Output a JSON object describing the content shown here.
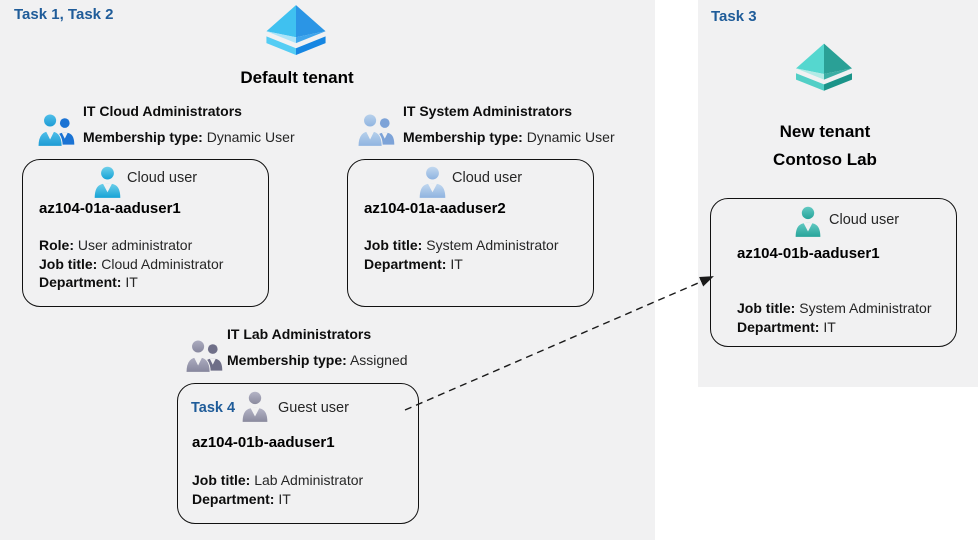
{
  "diagram": {
    "task_labels": {
      "left": "Task 1, Task 2",
      "right": "Task 3",
      "guest_card": "Task 4"
    },
    "tenants": {
      "default": {
        "name": "Default tenant"
      },
      "contoso": {
        "line1": "New tenant",
        "line2": "Contoso Lab"
      }
    },
    "groups": [
      {
        "name": "IT Cloud Administrators",
        "membership_label": "Membership type:",
        "membership_value": "Dynamic User"
      },
      {
        "name": "IT System Administrators",
        "membership_label": "Membership type:",
        "membership_value": "Dynamic User"
      },
      {
        "name": "IT Lab Administrators",
        "membership_label": "Membership type:",
        "membership_value": "Assigned"
      }
    ],
    "cards": [
      {
        "type_label": "Cloud user",
        "name": "az104-01a-aaduser1",
        "attrs": [
          {
            "label": "Role:",
            "value": "User administrator"
          },
          {
            "label": "Job title:",
            "value": "Cloud Administrator"
          },
          {
            "label": "Department:",
            "value": "IT"
          }
        ]
      },
      {
        "type_label": "Cloud user",
        "name": "az104-01a-aaduser2",
        "attrs": [
          {
            "label": "Job title:",
            "value": "System Administrator"
          },
          {
            "label": "Department:",
            "value": "IT"
          }
        ]
      },
      {
        "type_label": "Guest user",
        "name": "az104-01b-aaduser1",
        "attrs": [
          {
            "label": "Job title:",
            "value": "Lab Administrator"
          },
          {
            "label": "Department:",
            "value": "IT"
          }
        ]
      },
      {
        "type_label": "Cloud user",
        "name": "az104-01b-aaduser1",
        "attrs": [
          {
            "label": "Job title:",
            "value": "System Administrator"
          },
          {
            "label": "Department:",
            "value": "IT"
          }
        ]
      }
    ],
    "colors": {
      "task_label_blue": "#1f5c99",
      "panel_gray": "#f1f1f2",
      "azure_ad_blue_light": "#3fc1f0",
      "azure_ad_blue_dark": "#1686e2",
      "azure_ad_teal_light": "#55d7cf",
      "azure_ad_teal_dark": "#1b9489",
      "cloud_user_cyan": "#16a3d6",
      "cloud_user_steel_blue": "#8fb3e0",
      "guest_user_gray": "#8a8a9e",
      "cloud_user_teal": "#27a49a",
      "arrow_black": "#1a1a1a"
    }
  }
}
